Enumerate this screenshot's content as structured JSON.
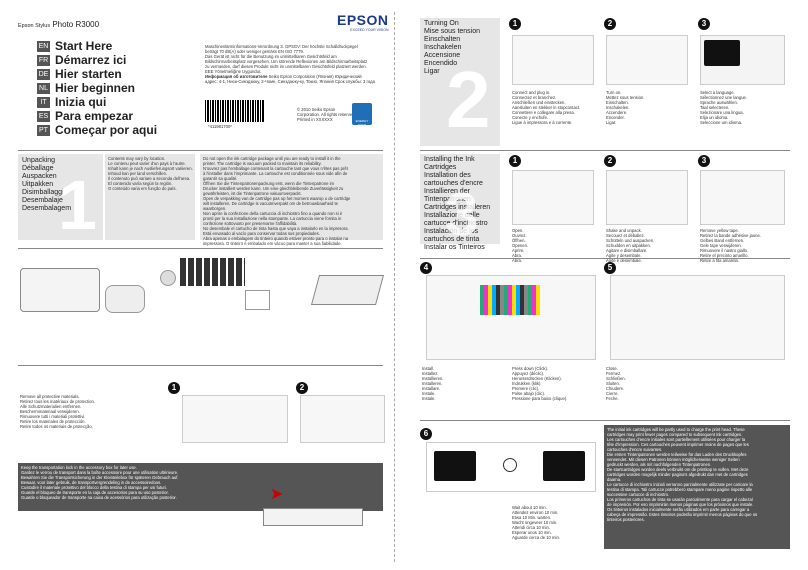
{
  "header": {
    "product_prefix": "Epson Stylus",
    "product_name": "Photo R3000",
    "brand": "EPSON",
    "tagline": "EXCEED YOUR VISION"
  },
  "languages": [
    {
      "code": "EN",
      "title": "Start Here"
    },
    {
      "code": "FR",
      "title": "Démarrez ici"
    },
    {
      "code": "DE",
      "title": "Hier starten"
    },
    {
      "code": "NL",
      "title": "Hier beginnen"
    },
    {
      "code": "IT",
      "title": "Inizia qui"
    },
    {
      "code": "ES",
      "title": "Para empezar"
    },
    {
      "code": "PT",
      "title": "Começar por aqui"
    }
  ],
  "legal": {
    "lines": [
      "Maschinenlärminformations-Verordnung 3. GPSGV: Der höchste Schalldruckpegel",
      "beträgt 70 dB(A) oder weniger gemäss EN ISO 7779.",
      "Das Gerät ist nicht für die Benutzung im unmittelbaren Gesichtsfeld am",
      "Bildschirmarbeitsplatz vorgesehen. Um störende Reflexionen am Bildschirmarbeitsplatz",
      "zu vermeiden, darf dieses Produkt nicht im unmittelbaren Gesichtsfeld platziert werden.",
      "EEE Yönetmeliğine Uygundur."
    ],
    "ru_label": "Информация об изготовителе",
    "ru_text": " Seiko Epson Corporation (Япония) Юридический",
    "ru_text2": "адрес: 4-1, Ниси-Синздзюку, 2-Чоме, Синздзюку-ку, Токио, Япония Срок службы: 3 года",
    "barcode_number": "*411981700*",
    "copyright_lines": [
      "© 2010 Seiko Epson",
      "Corporation. All rights reserved.",
      "Printed in XXXXXX"
    ],
    "energy_star": "ENERGY STAR"
  },
  "unpacking": {
    "titles": [
      "Unpacking",
      "Déballage",
      "Auspacken",
      "Uitpakken",
      "Disimballaggio",
      "Desembalaje",
      "Desembalagem"
    ],
    "number": "1",
    "contents": [
      "Contents may vary by location.",
      "Le contenu peut varier d'un pays à l'autre.",
      "Inhalt kann je nach Auslieferungsort variieren.",
      "Inhoud kan per land verschillen.",
      "Il contenuto può variare a seconda dell'area.",
      "El contenido varía según la región.",
      "O conteúdo varia em função do país."
    ],
    "warning": [
      "Do not open the ink cartridge package until you are ready to install it in the",
      "printer. The cartridge is vacuum packed to maintain its reliability.",
      "N'ouvrez pas l'emballage contenant la cartouche tant que vous n'êtes pas prêt",
      "à l'installer dans l'imprimante. La cartouche est conditionnée sous vide afin de",
      "garantir sa qualité.",
      "Öffnen Sie die Tintenpatronenpackung erst, wenn die Tintenpatrone im",
      "Drucker installiert werden kann. Um eine gleichbleibende Zuverlässigkeit zu",
      "gewährleisten, ist die Tintenpatrone vakuumverpackt.",
      "Open de verpakking van de cartridge pas op het moment waarop u de cartridge",
      "wilt installeren. De cartridge is vacuümverpakt om de betrouwbaarheid te",
      "waarborgen.",
      "Non aprire la confezione della cartuccia di inchiostro fino a quando non si è",
      "pronti per la sua installazione nella stampante. La cartuccia viene fornita in",
      "confezione sottovuoto per preservarne l'affidabilità.",
      "No desembale el cartucho de tinta hasta que vaya a instalarlo en la impresora.",
      "Está envasado al vacío para conservar todas sus propiedades.",
      "Abra apenas o embalagem do tinteiro quando estiver pronto para o instalar na",
      "impressora. O tinteiro é embalado em vácuo para manter a sua fiabilidade."
    ],
    "remove_materials": [
      "Remove all protective materials.",
      "Retirez tous les matériaux de protection.",
      "Alle Schutzmaterialien entfernen.",
      "Beschermmateriaal verwijderen.",
      "Rimuovere tutti i materiali protettivi.",
      "Retire los materiales de protección.",
      "Retire todos os materiais de protecção."
    ],
    "transport": [
      "Keep the transportation lock in the accessory box for later use.",
      "Gardez le verrou de transport dans la boîte accessoire pour une utilisation ultérieure.",
      "Bewahren Sie die Transportsicherung in der Kleinteilebox für späteren Gebrauch auf.",
      "Bewaar, voor later gebruik, de transportvergrendeling in de accessoiredoos.",
      "Custodire il materiale protettivo del blocco della testina di stampa per usi futuri.",
      "Guarde el bloqueo de transporte en la caja de accesorios para su uso posterior.",
      "Guarde o bloqueador de transporte na caixa de acessórios para utilização posterior."
    ],
    "step1": "1",
    "step2": "2"
  },
  "turning_on": {
    "titles": [
      "Turning On",
      "Mise sous tension",
      "Einschalten",
      "Inschakelen",
      "Accensione",
      "Encendido",
      "Ligar"
    ],
    "number": "2",
    "steps": [
      {
        "n": "1",
        "text": [
          "Connect and plug in.",
          "Connectez et branchez.",
          "Anschließen und einstecken.",
          "Aansluiten en stekker in stopcontact.",
          "Connettere e collegare alla presa.",
          "Conecte y enchufe.",
          "Ligue à impressora e à corrente."
        ]
      },
      {
        "n": "2",
        "text": [
          "Turn on.",
          "Mettez sous tension.",
          "Einschalten.",
          "Inschakelen.",
          "Accendere.",
          "Encender.",
          "Ligar."
        ]
      },
      {
        "n": "3",
        "text": [
          "Select a language.",
          "Sélectionnez une langue.",
          "Sprache auswählen.",
          "Taal selecteren.",
          "Selezionare una lingua.",
          "Elija un idioma.",
          "Seleccione um idioma."
        ]
      }
    ]
  },
  "installing": {
    "titles": [
      "Installing the Ink",
      "Cartridges",
      "Installation des",
      "cartouches d'encre",
      "Installieren der",
      "Tintenpatronen",
      "Cartridges installeren",
      "Installazione delle",
      "cartucce d'inchiostro",
      "Instalación de los",
      "cartuchos de tinta",
      "Instalar os Tinteiros"
    ],
    "number": "3",
    "steps": [
      {
        "n": "1",
        "text": [
          "Open.",
          "Ouvrez.",
          "Öffnen.",
          "Openen.",
          "Aprire.",
          "Abra.",
          "Abra."
        ]
      },
      {
        "n": "2",
        "text": [
          "Shake and unpack.",
          "Secouez et déballez.",
          "Schütteln und auspacken.",
          "Schudden en uitpakken.",
          "Agitare e disimballare.",
          "Agite y desembale.",
          "Agite e desembale."
        ]
      },
      {
        "n": "3",
        "text": [
          "Remove yellow tape.",
          "Retirez la bande adhésive jaune.",
          "Gelbes Band entfernen.",
          "Gele tape verwijderen.",
          "Rimuovere il nastro giallo.",
          "Retire el precinto amarillo.",
          "Retire a fita amarela."
        ]
      },
      {
        "n": "4",
        "text": [
          "Install.",
          "Installez.",
          "Installieren.",
          "Installeren.",
          "Installare.",
          "Instale.",
          "Instale."
        ],
        "text2": [
          "Press down (Click).",
          "Appuyez (déclic).",
          "Herunterdrücken (Klicken).",
          "Indrukken (klik).",
          "Premere (clic).",
          "Pulse abajo (clic).",
          "Pressione para baixo (clique)."
        ]
      },
      {
        "n": "5",
        "text": [
          "Close.",
          "Fermez.",
          "Schließen.",
          "Sluiten.",
          "Chiudere.",
          "Cierre.",
          "Feche."
        ]
      }
    ],
    "initial_ink": [
      "The initial ink cartridges will be partly used to charge the print head. These",
      "cartridges may print fewer pages compared to subsequent ink cartridges.",
      "Les cartouches d'encre initiales sont partiellement utilisées pour charger la",
      "tête d'impression. Ces cartouches peuvent imprimer moins de pages que les",
      "cartouches d'encre suivantes.",
      "Die ersten Tintenpatronen werden teilweise für das Laden des Druckkopfes",
      "verwendet. Mit diesen Patronen können möglicherweise weniger Seiten",
      "gedruckt werden, als mit nachfolgenden Tintenpatronen.",
      "De startcartridges worden deels verbruikt om de printkop te vullen. Met deze",
      "cartridges worden mogelijk minder pagina's afgedrukt dan met de cartridges",
      "daarna.",
      "Le cartucce di inchiostro iniziali verranno parzialmente utilizzate per caricare la",
      "testina di stampa. Tali cartucce potrebbero stampare meno pagine rispetto alle",
      "successive cartucce di inchiostro.",
      "Los primeros cartuchos de tinta se usarán parcialmente para cargar el cabezal",
      "de impresión. Por eso imprimirán menos páginas que los próximos que instale.",
      "Os tinteiros instalados inicialmente serão utilizados em parte para carregar a",
      "cabeça de impressão. Estes tinteiros poderão imprimir menos páginas do que os",
      "tinteiros posteriores."
    ],
    "step6": "6",
    "wait": [
      "Wait about 10 min.",
      "Attendez environ 10 min.",
      "Etwa 10 Min. warten.",
      "Wacht ongeveer 10 min.",
      "Attendi circa 10 min.",
      "Esperar unos 10 min.",
      "Aguarde cerca de 10 min."
    ]
  },
  "colors": {
    "dark": "#555555",
    "gray": "#e6e6e6",
    "accent_red": "#cc0000"
  }
}
